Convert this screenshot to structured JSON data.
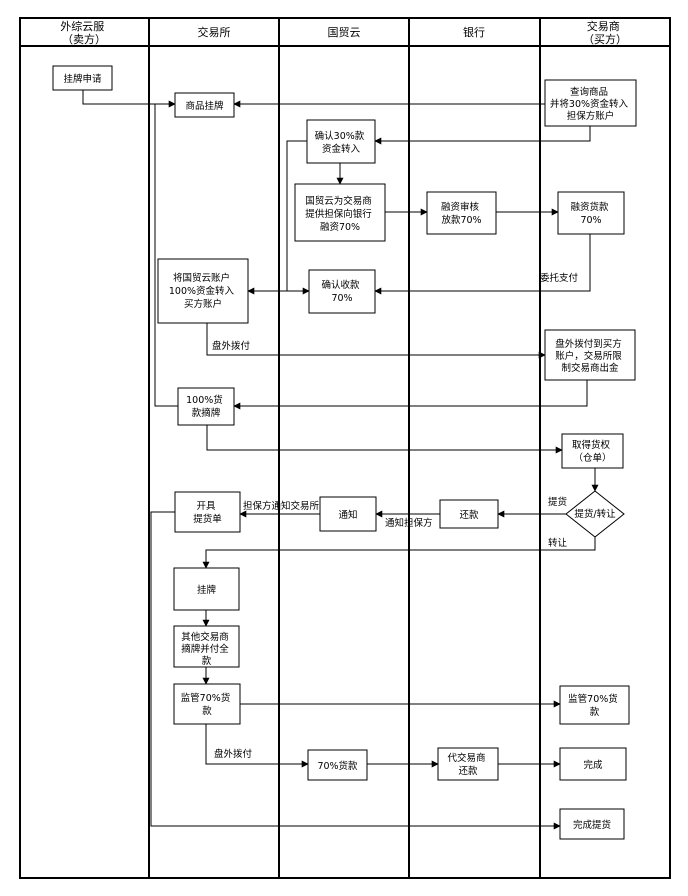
{
  "lanes": [
    {
      "id": "l1",
      "lines": [
        "外综云服",
        "（卖方）"
      ]
    },
    {
      "id": "l2",
      "lines": [
        "交易所"
      ]
    },
    {
      "id": "l3",
      "lines": [
        "国贸云"
      ]
    },
    {
      "id": "l4",
      "lines": [
        "银行"
      ]
    },
    {
      "id": "l5",
      "lines": [
        "交易商",
        "（买方）"
      ]
    }
  ],
  "nodes": {
    "n_guapai_apply": {
      "lines": [
        "挂牌申请"
      ]
    },
    "n_goods_list": {
      "lines": [
        "商品挂牌"
      ]
    },
    "n_query": {
      "lines": [
        "查询商品",
        "并将30%资金转入",
        "担保方账户"
      ]
    },
    "n_confirm30": {
      "lines": [
        "确认30%款",
        "资金转入"
      ]
    },
    "n_guarantee": {
      "lines": [
        "国贸云为交易商",
        "提供担保向银行",
        "融资70%"
      ]
    },
    "n_bank_loan": {
      "lines": [
        "融资审核",
        "放款70%"
      ]
    },
    "n_finance": {
      "lines": [
        "融资货款",
        "70%"
      ]
    },
    "n_transfer100": {
      "lines": [
        "将国贸云账户",
        "100%资金转入",
        "买方账户"
      ]
    },
    "n_confirm70": {
      "lines": [
        "确认收款",
        "70%"
      ]
    },
    "n_offline": {
      "lines": [
        "盘外拨付到买方",
        "账户，交易所限",
        "制交易商出金"
      ]
    },
    "n_delist": {
      "lines": [
        "100%货",
        "款摘牌"
      ]
    },
    "n_getright": {
      "lines": [
        "取得货权",
        "（仓单）"
      ]
    },
    "n_decision": {
      "lines": [
        "提货/转让"
      ]
    },
    "n_repay": {
      "lines": [
        "还款"
      ]
    },
    "n_notify": {
      "lines": [
        "通知"
      ]
    },
    "n_pickup_order": {
      "lines": [
        "开具",
        "提货单"
      ]
    },
    "n_relist": {
      "lines": [
        "挂牌"
      ]
    },
    "n_others": {
      "lines": [
        "其他交易商",
        "摘牌并付全",
        "款"
      ]
    },
    "n_supervise": {
      "lines": [
        "监管70%货",
        "款"
      ]
    },
    "n_supervise_r": {
      "lines": [
        "监管70%货",
        "款"
      ]
    },
    "n_pay70": {
      "lines": [
        "70%货款"
      ]
    },
    "n_bank_repay": {
      "lines": [
        "代交易商",
        "还款"
      ]
    },
    "n_done": {
      "lines": [
        "完成"
      ]
    },
    "n_done_pickup": {
      "lines": [
        "完成提货"
      ]
    }
  },
  "edge_labels": {
    "e_entrust": "委托支付",
    "e_offline1": "盘外拨付",
    "e_pickup": "提货",
    "e_transfer": "转让",
    "e_notify_exchange": "担保方通知交易所",
    "e_notify_guarantor": "通知担保方",
    "e_offline2": "盘外拨付"
  }
}
